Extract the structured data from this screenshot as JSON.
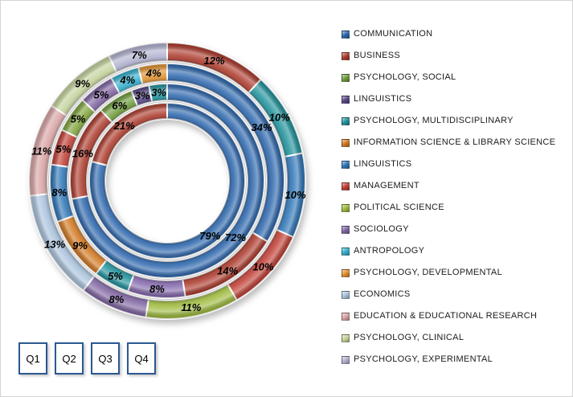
{
  "page": {
    "background": "#FFFFFF",
    "border_color": "#D4D4D4"
  },
  "legend": {
    "items": [
      {
        "label": "COMMUNICATION",
        "color": "#2C66AC"
      },
      {
        "label": "BUSINESS",
        "color": "#AC3A2C"
      },
      {
        "label": "PSYCHOLOGY, SOCIAL",
        "color": "#6F9B3C"
      },
      {
        "label": "LINGUISTICS",
        "color": "#564684"
      },
      {
        "label": "PSYCHOLOGY, MULTIDISCIPLINARY",
        "color": "#1F919B"
      },
      {
        "label": "INFORMATION SCIENCE & LIBRARY SCIENCE",
        "color": "#D2771F"
      },
      {
        "label": "LINGUISTICS",
        "color": "#2E75B6"
      },
      {
        "label": "MANAGEMENT",
        "color": "#C03F35"
      },
      {
        "label": "POLITICAL SCIENCE",
        "color": "#9DBA3C"
      },
      {
        "label": "SOCIOLOGY",
        "color": "#8064A2"
      },
      {
        "label": "ANTROPOLOGY",
        "color": "#33AECB"
      },
      {
        "label": "PSYCHOLOGY, DEVELOPMENTAL",
        "color": "#E0912F"
      },
      {
        "label": "ECONOMICS",
        "color": "#A9C2DC"
      },
      {
        "label": "EDUCATION & EDUCATIONAL RESEARCH",
        "color": "#D9A3A4"
      },
      {
        "label": "PSYCHOLOGY, CLINICAL",
        "color": "#C3D29B"
      },
      {
        "label": "PSYCHOLOGY, EXPERIMENTAL",
        "color": "#B1B1D0"
      }
    ]
  },
  "quarter_buttons": {
    "labels": [
      "Q1",
      "Q2",
      "Q3",
      "Q4"
    ],
    "border_color": "#2B5891",
    "text_color": "#000000"
  },
  "chart_data": {
    "type": "donut",
    "subtype": "multi-ring-doughnut",
    "unit": "%",
    "direction": "clockwise",
    "start_angle_deg": 0,
    "label_color": "#000000",
    "rings_outer_to_inner": [
      {
        "name": "Q4",
        "slices": [
          {
            "category": "BUSINESS",
            "pct": 12,
            "label": "12%",
            "color": "#AC3A2C"
          },
          {
            "category": "PSYCHOLOGY, MULTIDISCIPLINARY",
            "pct": 10,
            "label": "10%",
            "color": "#1F919B"
          },
          {
            "category": "LINGUISTICS",
            "pct": 10,
            "label": "10%",
            "color": "#2E75B6"
          },
          {
            "category": "MANAGEMENT",
            "pct": 10,
            "label": "10%",
            "color": "#C03F35"
          },
          {
            "category": "POLITICAL SCIENCE",
            "pct": 11,
            "label": "11%",
            "color": "#9DBA3C"
          },
          {
            "category": "SOCIOLOGY",
            "pct": 8,
            "label": "8%",
            "color": "#8064A2"
          },
          {
            "category": "ECONOMICS",
            "pct": 13,
            "label": "13%",
            "color": "#A9C2DC"
          },
          {
            "category": "EDUCATION & EDUCATIONAL RESEARCH",
            "pct": 11,
            "label": "11%",
            "color": "#D9A3A4"
          },
          {
            "category": "PSYCHOLOGY, CLINICAL",
            "pct": 9,
            "label": "9%",
            "color": "#C3D29B"
          },
          {
            "category": "PSYCHOLOGY, EXPERIMENTAL",
            "pct": 7,
            "label": "7%",
            "color": "#B1B1D0"
          }
        ]
      },
      {
        "name": "Q3",
        "slices": [
          {
            "category": "COMMUNICATION",
            "pct": 34,
            "label": "34%",
            "color": "#2C66AC"
          },
          {
            "category": "BUSINESS",
            "pct": 14,
            "label": "14%",
            "color": "#AC3A2C"
          },
          {
            "category": "LINGUISTICS",
            "pct": 8,
            "label": "8%",
            "color": "#8468AC"
          },
          {
            "category": "PSYCHOLOGY, MULTIDISCIPLINARY",
            "pct": 5,
            "label": "5%",
            "color": "#1F919B"
          },
          {
            "category": "INFORMATION SCIENCE & LIBRARY SCIENCE",
            "pct": 9,
            "label": "9%",
            "color": "#D2771F"
          },
          {
            "category": "LINGUISTICS",
            "pct": 8,
            "label": "8%",
            "color": "#2E75B6"
          },
          {
            "category": "MANAGEMENT",
            "pct": 5,
            "label": "5%",
            "color": "#C03F35"
          },
          {
            "category": "POLITICAL SCIENCE",
            "pct": 5,
            "label": "5%",
            "color": "#7FA33C"
          },
          {
            "category": "SOCIOLOGY",
            "pct": 5,
            "label": "5%",
            "color": "#8064A2"
          },
          {
            "category": "ANTROPOLOGY",
            "pct": 4,
            "label": "4%",
            "color": "#33AECB"
          },
          {
            "category": "PSYCHOLOGY, DEVELOPMENTAL",
            "pct": 4,
            "label": "4%",
            "color": "#E0912F"
          }
        ]
      },
      {
        "name": "Q2",
        "slices": [
          {
            "category": "COMMUNICATION",
            "pct": 72,
            "label": "72%",
            "color": "#2C66AC"
          },
          {
            "category": "BUSINESS",
            "pct": 16,
            "label": "16%",
            "color": "#AC3A2C"
          },
          {
            "category": "PSYCHOLOGY, SOCIAL",
            "pct": 6,
            "label": "6%",
            "color": "#6F9B3C"
          },
          {
            "category": "LINGUISTICS",
            "pct": 3,
            "label": "3%",
            "color": "#564684"
          },
          {
            "category": "PSYCHOLOGY, MULTIDISCIPLINARY",
            "pct": 3,
            "label": "3%",
            "color": "#1F919B"
          }
        ]
      },
      {
        "name": "Q1",
        "slices": [
          {
            "category": "COMMUNICATION",
            "pct": 79,
            "label": "79%",
            "color": "#2C66AC"
          },
          {
            "category": "BUSINESS",
            "pct": 21,
            "label": "21%",
            "color": "#AC3A2C"
          }
        ]
      }
    ]
  }
}
